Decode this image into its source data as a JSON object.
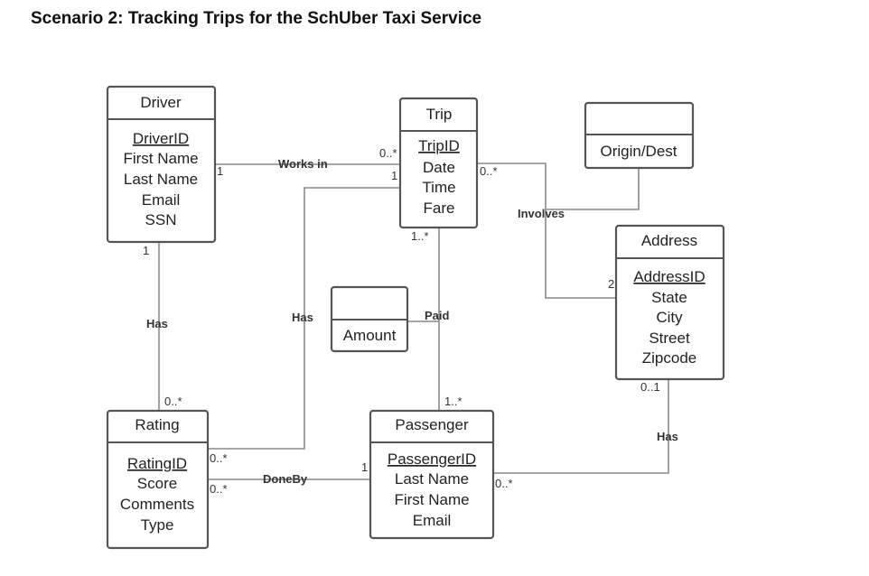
{
  "title": "Scenario 2: Tracking Trips for the SchUber Taxi Service",
  "entities": {
    "driver": {
      "name": "Driver",
      "attributes": [
        "DriverID",
        "First Name",
        "Last Name",
        "Email",
        "SSN"
      ]
    },
    "trip": {
      "name": "Trip",
      "attributes": [
        "TripID",
        "Date",
        "Time",
        "Fare"
      ]
    },
    "origin_dest": {
      "name": "",
      "attributes": [
        "Origin/Dest"
      ]
    },
    "address": {
      "name": "Address",
      "attributes": [
        "AddressID",
        "State",
        "City",
        "Street",
        "Zipcode"
      ]
    },
    "amount": {
      "name": "",
      "attributes": [
        "Amount"
      ]
    },
    "rating": {
      "name": "Rating",
      "attributes": [
        "RatingID",
        "Score",
        "Comments",
        "Type"
      ]
    },
    "passenger": {
      "name": "Passenger",
      "attributes": [
        "PassengerID",
        "Last Name",
        "First Name",
        "Email"
      ]
    }
  },
  "relationships": {
    "works_in": "Works in",
    "involves": "Involves",
    "has_driver_rating": "Has",
    "has_trip_rating": "Has",
    "paid": "Paid",
    "done_by": "DoneBy",
    "has_address": "Has"
  },
  "cardinalities": {
    "driver_works_in": "1",
    "trip_works_in_many": "0..*",
    "trip_works_in_one": "1",
    "trip_involves": "0..*",
    "address_involves": "2",
    "driver_has": "1",
    "rating_has_driver": "0..*",
    "trip_paid": "1..*",
    "rating_has_trip": "0..*",
    "rating_doneby": "0..*",
    "passenger_doneby": "1",
    "passenger_paid": "1..*",
    "passenger_has": "0..*",
    "address_has": "0..1"
  }
}
